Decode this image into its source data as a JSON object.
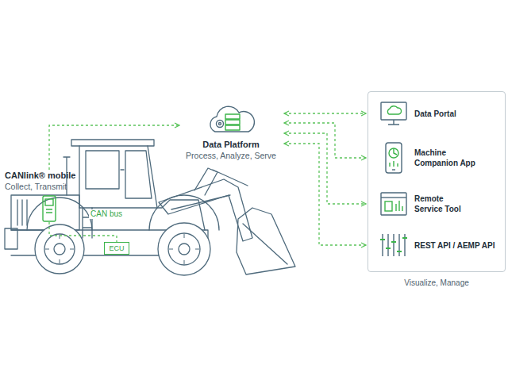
{
  "diagram": {
    "nodes": [
      {
        "text": [
          "Data Platform",
          "Process, Analyze, Serve"
        ]
      },
      {
        "text": [
          "CANlink® mobile",
          "Collect, Transmit"
        ]
      },
      {
        "text": [
          "ECU"
        ]
      },
      {
        "text": [
          "Visualize, Manage"
        ]
      },
      {
        "text": [
          "Data Portal"
        ],
        "in": 3
      },
      {
        "text": [
          "Machine Companion App"
        ],
        "in": 3
      },
      {
        "text": [
          "Remote Service Tool"
        ],
        "in": 3
      },
      {
        "text": [
          "REST API / AEMP API"
        ],
        "in": 3
      }
    ],
    "edges": [
      {
        "from": 1,
        "to": 0,
        "arrow": "to"
      },
      {
        "from": 1,
        "to": 2,
        "arrow": "none"
      },
      {
        "from": 0,
        "to": 4,
        "arrow": "both"
      },
      {
        "from": 0,
        "to": 5,
        "arrow": "both"
      },
      {
        "from": 0,
        "to": 6,
        "arrow": "both"
      },
      {
        "from": 0,
        "to": 7,
        "arrow": "both"
      }
    ],
    "labels": [
      "CAN bus"
    ]
  }
}
